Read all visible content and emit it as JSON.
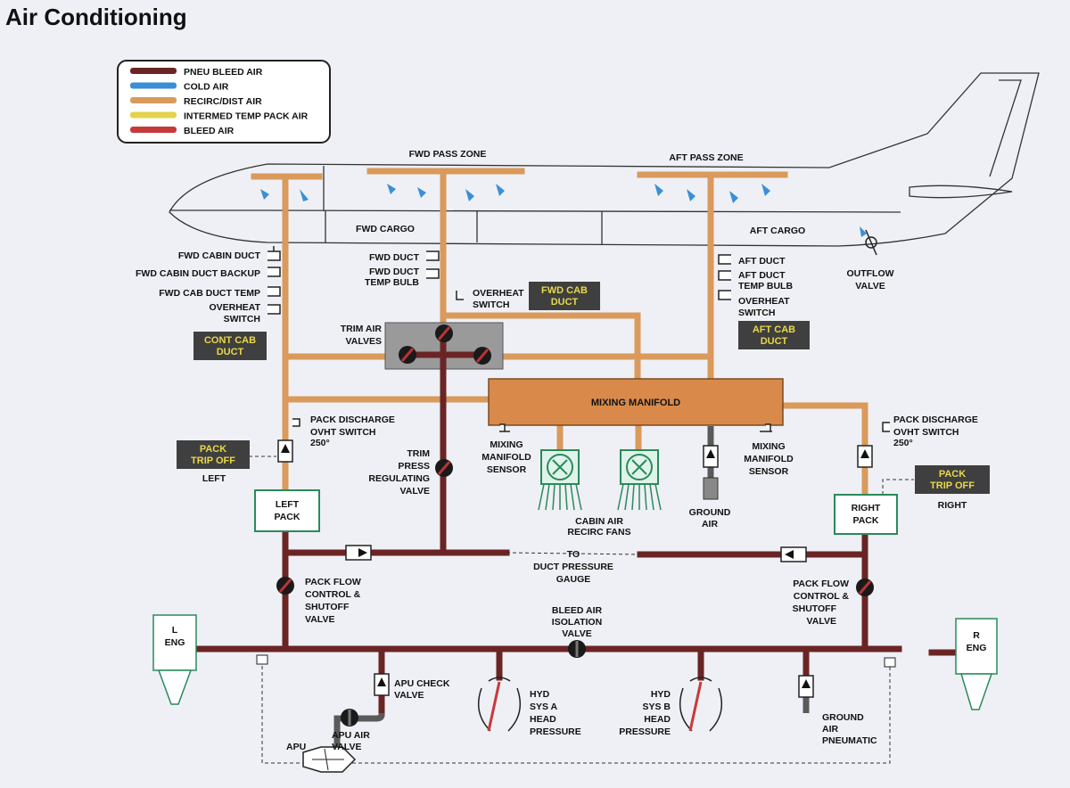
{
  "title": "Air Conditioning",
  "colors": {
    "pneu_bleed": "#6b2424",
    "cold": "#3a8fd6",
    "recirc": "#d99a5c",
    "intermed": "#e3d34a",
    "bleed": "#c73a3a",
    "grey_line": "#5a5a5a",
    "pack_box": "#2a8a5a",
    "label_box": "#3f3f3f",
    "label_box_text": "#e8d84a"
  },
  "legend": [
    {
      "label": "PNEU BLEED AIR",
      "color": "#6b2424"
    },
    {
      "label": "COLD AIR",
      "color": "#3a8fd6"
    },
    {
      "label": "RECIRC/DIST AIR",
      "color": "#d99a5c"
    },
    {
      "label": "INTERMED TEMP PACK AIR",
      "color": "#e3d34a"
    },
    {
      "label": "BLEED AIR",
      "color": "#c73a3a"
    }
  ],
  "zones": {
    "fwd_pass": "FWD PASS ZONE",
    "aft_pass": "AFT PASS ZONE",
    "fwd_cargo": "FWD CARGO",
    "aft_cargo": "AFT CARGO"
  },
  "labels": {
    "fwd_cabin_duct": "FWD CABIN DUCT",
    "fwd_cabin_duct_backup": "FWD CABIN DUCT BACKUP",
    "fwd_cab_duct_temp": "FWD CAB DUCT TEMP",
    "overheat": "OVERHEAT",
    "switch": "SWITCH",
    "fwd_duct": "FWD DUCT",
    "fwd_duct_temp_1": "FWD DUCT",
    "fwd_duct_temp_2": "TEMP BULB",
    "overheat_switch_1": "OVERHEAT",
    "overheat_switch_2": "SWITCH",
    "aft_duct": "AFT DUCT",
    "aft_duct_temp_1": "AFT DUCT",
    "aft_duct_temp_2": "TEMP BULB",
    "aft_overheat_1": "OVERHEAT",
    "aft_overheat_2": "SWITCH",
    "outflow_1": "OUTFLOW",
    "outflow_2": "VALVE",
    "trim_air_1": "TRIM AIR",
    "trim_air_2": "VALVES",
    "mixing_manifold": "MIXING MANIFOLD",
    "pack_dis_l_1": "PACK DISCHARGE",
    "pack_dis_l_2": "OVHT SWITCH",
    "pack_dis_l_3": "250°",
    "pack_dis_r_1": "PACK DISCHARGE",
    "pack_dis_r_2": "OVHT SWITCH",
    "pack_dis_r_3": "250°",
    "trim_press_1": "TRIM",
    "trim_press_2": "PRESS",
    "trim_press_3": "REGULATING",
    "trim_press_4": "VALVE",
    "mix_sensor_l_1": "MIXING",
    "mix_sensor_l_2": "MANIFOLD",
    "mix_sensor_l_3": "SENSOR",
    "mix_sensor_r_1": "MIXING",
    "mix_sensor_r_2": "MANIFOLD",
    "mix_sensor_r_3": "SENSOR",
    "recirc_fans_1": "CABIN AIR",
    "recirc_fans_2": "RECIRC FANS",
    "ground_air_1": "GROUND",
    "ground_air_2": "AIR",
    "left": "LEFT",
    "right": "RIGHT",
    "left_pack_1": "LEFT",
    "left_pack_2": "PACK",
    "right_pack_1": "RIGHT",
    "right_pack_2": "PACK",
    "duct_press_1": "TO",
    "duct_press_2": "DUCT PRESSURE",
    "duct_press_3": "GAUGE",
    "pfcs_l_1": "PACK FLOW",
    "pfcs_l_2": "CONTROL &",
    "pfcs_l_3": "SHUTOFF",
    "pfcs_l_4": "VALVE",
    "pfcs_r_1": "PACK FLOW",
    "pfcs_r_2": "CONTROL &",
    "pfcs_r_3": "SHUTOFF",
    "pfcs_r_4": "VALVE",
    "bleed_iso_1": "BLEED AIR",
    "bleed_iso_2": "ISOLATION",
    "bleed_iso_3": "VALVE",
    "l_eng_1": "L",
    "l_eng_2": "ENG",
    "r_eng_1": "R",
    "r_eng_2": "ENG",
    "apu_check_1": "APU CHECK",
    "apu_check_2": "VALVE",
    "apu_air_1": "APU AIR",
    "apu_air_2": "VALVE",
    "apu": "APU",
    "hyd_a_1": "HYD",
    "hyd_a_2": "SYS A",
    "hyd_a_3": "HEAD",
    "hyd_a_4": "PRESSURE",
    "hyd_b_1": "HYD",
    "hyd_b_2": "SYS B",
    "hyd_b_3": "HEAD",
    "hyd_b_4": "PRESSURE",
    "gnd_pneu_1": "GROUND",
    "gnd_pneu_2": "AIR",
    "gnd_pneu_3": "PNEUMATIC"
  },
  "annunciators": {
    "cont_cab_duct_1": "CONT CAB",
    "cont_cab_duct_2": "DUCT",
    "fwd_cab_duct_1": "FWD CAB",
    "fwd_cab_duct_2": "DUCT",
    "aft_cab_duct_1": "AFT CAB",
    "aft_cab_duct_2": "DUCT",
    "pack_trip_l_1": "PACK",
    "pack_trip_l_2": "TRIP OFF",
    "pack_trip_r_1": "PACK",
    "pack_trip_r_2": "TRIP OFF"
  }
}
